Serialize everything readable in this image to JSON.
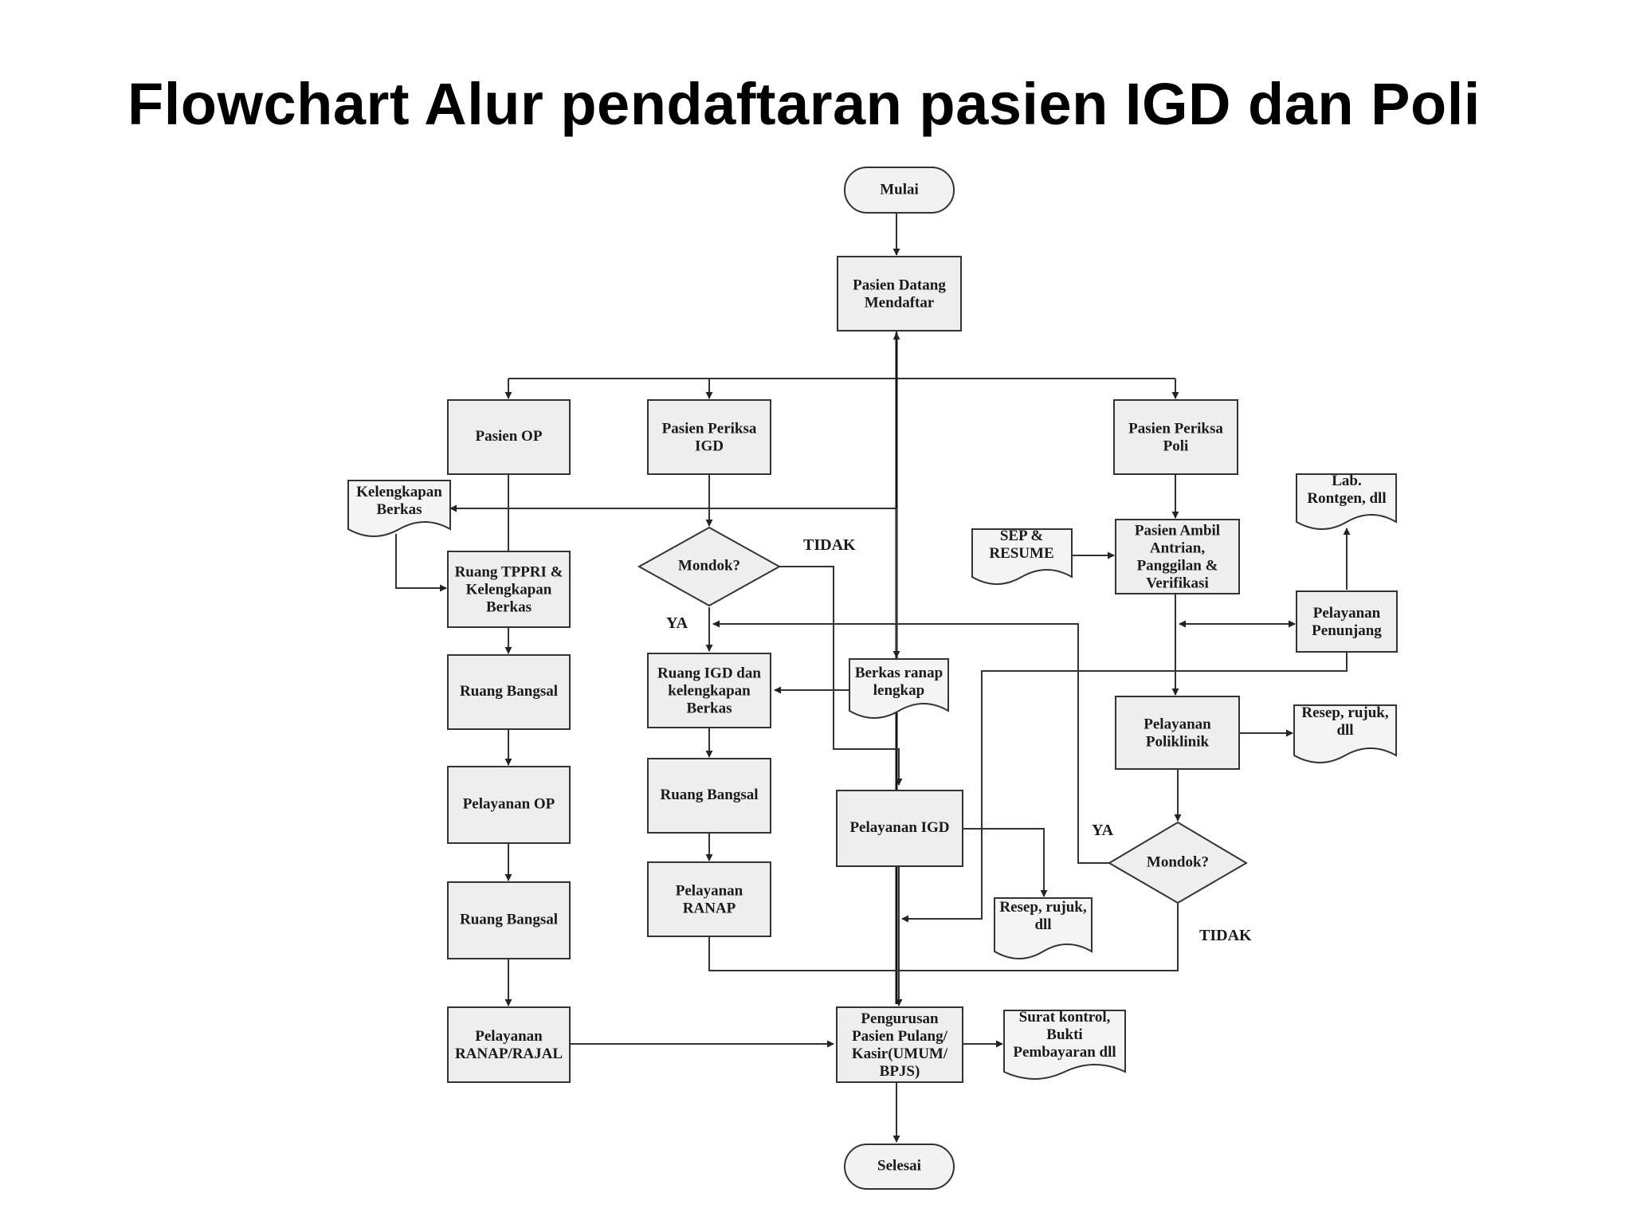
{
  "title": "Flowchart Alur pendaftaran pasien IGD dan Poli",
  "nodes": {
    "mulai": "Mulai",
    "pasien_datang": [
      "Pasien Datang",
      "Mendaftar"
    ],
    "pasien_op": "Pasien OP",
    "pasien_periksa_igd": [
      "Pasien Periksa",
      "IGD"
    ],
    "pasien_periksa_poli": [
      "Pasien Periksa",
      "Poli"
    ],
    "kelengkapan_berkas": [
      "Kelengkapan",
      "Berkas"
    ],
    "ruang_tppri": [
      "Ruang TPPRI &",
      "Kelengkapan",
      "Berkas"
    ],
    "ruang_bangsal_op_1": "Ruang Bangsal",
    "pelayanan_op": "Pelayanan OP",
    "ruang_bangsal_op_2": "Ruang Bangsal",
    "pelayanan_ranap_rajal": [
      "Pelayanan",
      "RANAP/RAJAL"
    ],
    "mondok_igd": "Mondok?",
    "ruang_igd": [
      "Ruang IGD dan",
      "kelengkapan",
      "Berkas"
    ],
    "ruang_bangsal_igd": "Ruang Bangsal",
    "pelayanan_ranap": [
      "Pelayanan",
      "RANAP"
    ],
    "berkas_ranap": [
      "Berkas ranap",
      "lengkap"
    ],
    "pelayanan_igd": "Pelayanan IGD",
    "resep_igd": [
      "Resep, rujuk,",
      "dll"
    ],
    "sep_resume": [
      "SEP &",
      "RESUME"
    ],
    "pasien_ambil": [
      "Pasien Ambil",
      "Antrian,",
      "Panggilan &",
      "Verifikasi"
    ],
    "lab_rontgen": [
      "Lab.",
      "Rontgen, dll"
    ],
    "pelayanan_penunjang": [
      "Pelayanan",
      "Penunjang"
    ],
    "pelayanan_poliklinik": [
      "Pelayanan",
      "Poliklinik"
    ],
    "resep_poli": [
      "Resep, rujuk,",
      "dll"
    ],
    "mondok_poli": "Mondok?",
    "pengurusan": [
      "Pengurusan",
      "Pasien Pulang/",
      "Kasir(UMUM/",
      "BPJS)"
    ],
    "surat_kontrol": [
      "Surat kontrol,",
      "Bukti",
      "Pembayaran dll"
    ],
    "selesai": "Selesai"
  },
  "edge_labels": {
    "tidak_igd": "TIDAK",
    "ya_igd": "YA",
    "ya_poli": "YA",
    "tidak_poli": "TIDAK"
  }
}
